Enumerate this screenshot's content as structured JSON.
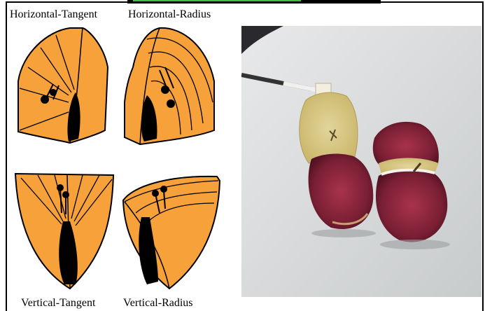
{
  "labels": {
    "horizontal_tangent": "Horizontal-Tangent",
    "horizontal_radius": "Horizontal-Radius",
    "vertical_tangent": "Vertical-Tangent",
    "vertical_radius": "Vertical-Radius"
  },
  "colors": {
    "flesh": "#f7a13a",
    "outline": "#000000",
    "accent_bar": "#3fbf3f",
    "photo_background": "#dcdedf"
  },
  "icons": {
    "photo": "cut-apple-photo"
  }
}
